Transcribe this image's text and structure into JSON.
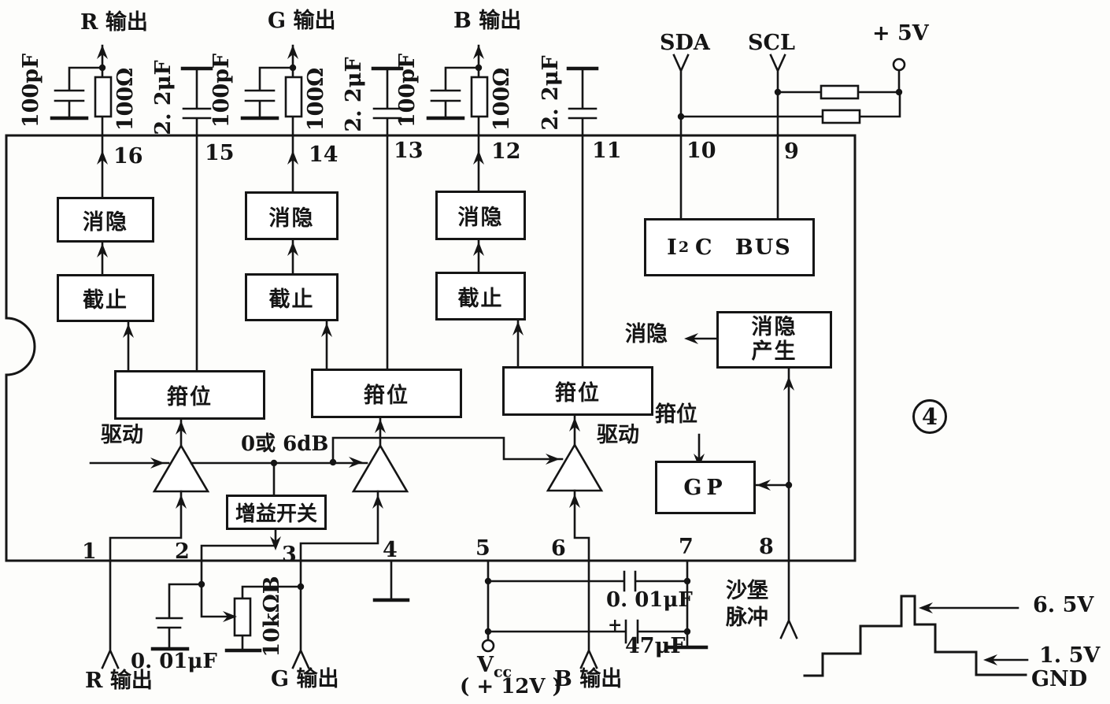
{
  "figure": {
    "number": "4"
  },
  "pins": {
    "top": [
      "16",
      "15",
      "14",
      "13",
      "12",
      "11",
      "10",
      "9"
    ],
    "bottom": [
      "1",
      "2",
      "3",
      "4",
      "5",
      "6",
      "7",
      "8"
    ]
  },
  "top_labels": {
    "r_output": "R 输出",
    "g_output": "G 输出",
    "b_output": "B 输出",
    "sda": "SDA",
    "scl": "SCL",
    "plus_5v": "+ 5V"
  },
  "components": {
    "cap_100pf": "100pF",
    "res_100ohm": "100Ω",
    "cap_2_2uf": "2. 2μF",
    "cap_0_01uf": "0. 01μF",
    "pot_10kb": "10kΩB",
    "cap_47uf": "47μF",
    "plus_sign": "+"
  },
  "blocks": {
    "blanking": "消隐",
    "cutoff": "截止",
    "clamp": "箝位",
    "i2c_pre": "I",
    "i2c_sup": "2",
    "i2c_post": "C BUS",
    "blanking_gen_line1": "消隐",
    "blanking_gen_line2": "产生",
    "gp": "GP",
    "gain_switch": "增益开关"
  },
  "wire_labels": {
    "drive": "驱动",
    "gain_level": "0或 6dB",
    "clamp_to_gp": "箝位",
    "blanking_output": "消隐",
    "sandcastle_line1": "沙堡",
    "sandcastle_line2": "脉冲"
  },
  "bottom_labels": {
    "r_output": "R 输出",
    "g_output": "G 输出",
    "b_output": "B 输出",
    "vcc_v": "V",
    "vcc_sub": "cc",
    "vcc_value": "( + 12V )"
  },
  "waveform_labels": {
    "top_level": "6. 5V",
    "porch_level": "1. 5V",
    "ground": "GND"
  }
}
